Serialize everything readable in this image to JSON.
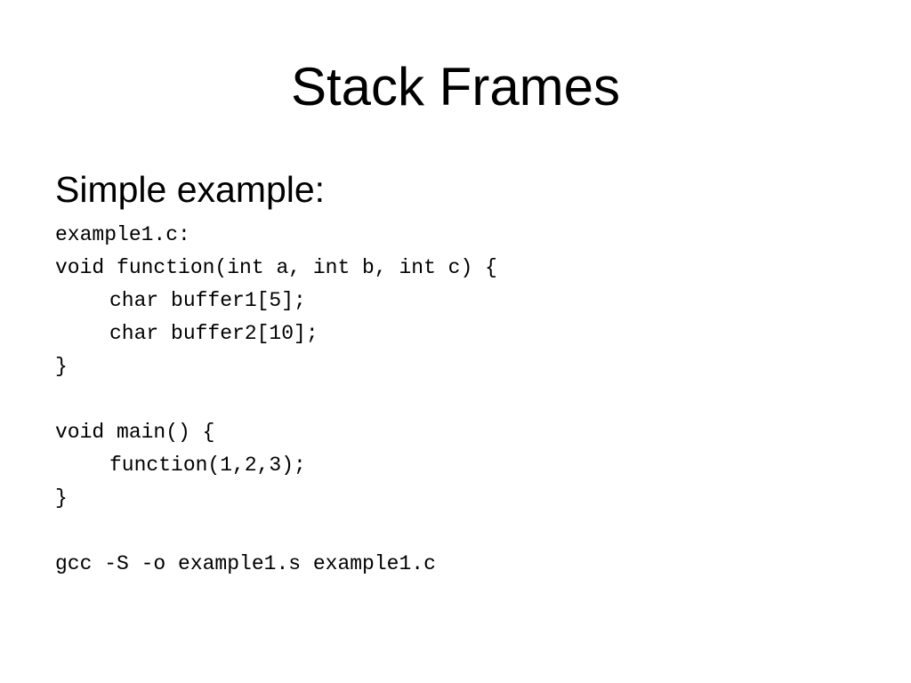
{
  "slide": {
    "title": "Stack Frames",
    "subtitle": "Simple example:",
    "code": {
      "filename": "example1.c:",
      "lines": [
        "void function(int a, int b, int c) {",
        "char buffer1[5];",
        "char buffer2[10];",
        "}",
        "",
        "void main() {",
        "function(1,2,3);",
        "}",
        "",
        "gcc -S -o example1.s example1.c"
      ]
    }
  }
}
